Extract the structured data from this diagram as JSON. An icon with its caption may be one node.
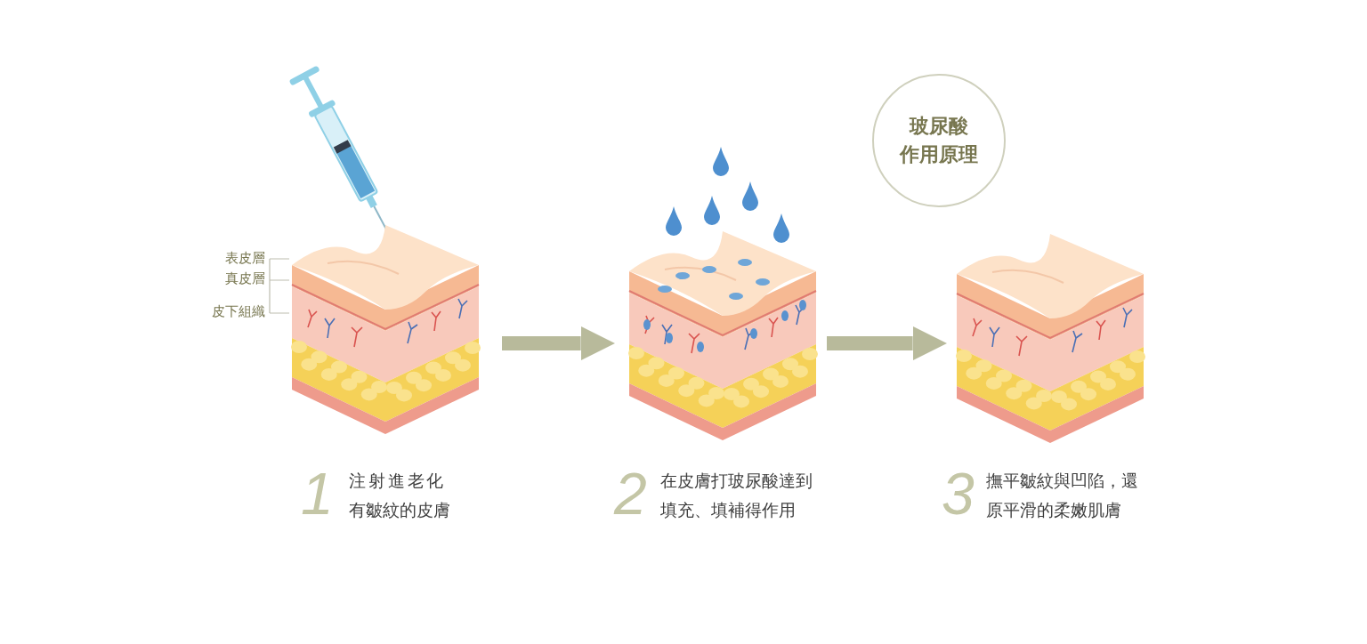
{
  "diagram": {
    "nodes": [
      {
        "text": [
          "玻尿酸作用原理"
        ]
      },
      {
        "text": [],
        "shape": "picture",
        "beside": [
          "1",
          "注射進老化有皺紋的皮膚"
        ]
      },
      {
        "text": [],
        "shape": "picture",
        "beside": [
          "2",
          "在皮膚打玻尿酸達到填充、填補得作用"
        ]
      },
      {
        "text": [],
        "shape": "picture",
        "beside": [
          "3",
          "撫平皺紋與凹陷，還原平滑的柔嫩肌膚"
        ]
      }
    ],
    "edges": [
      {
        "from": 1,
        "to": 2,
        "arrow": "to"
      },
      {
        "from": 2,
        "to": 3,
        "arrow": "to"
      }
    ],
    "labels": [
      "表皮層",
      "真皮層",
      "皮下組織"
    ]
  }
}
